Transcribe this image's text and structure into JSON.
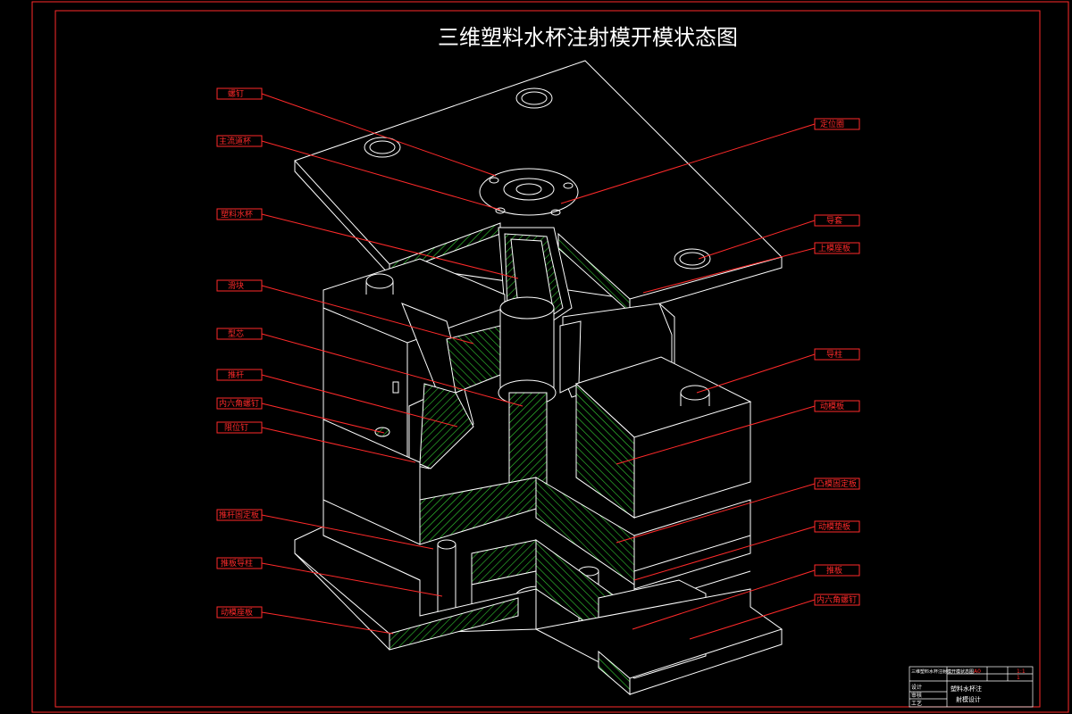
{
  "title": "三维塑料水杯注射模开模状态图",
  "colors": {
    "background": "#000000",
    "line": "#ffffff",
    "callout": "#ff2a2a",
    "hatch": "#33cc33",
    "border": "#ff2a2a"
  },
  "callouts_left": [
    "螺钉",
    "主流道杯",
    "塑料水杯",
    "滑块",
    "型芯",
    "推杆",
    "内六角螺钉",
    "限位钉",
    "推杆固定板",
    "推板导柱",
    "动模座板"
  ],
  "callouts_right": [
    "定位圈",
    "导套",
    "上模座板",
    "导柱",
    "动模板",
    "凸模固定板",
    "动模垫板",
    "推板",
    "内六角螺钉"
  ],
  "title_block": {
    "drawing_name": "三维塑料水杯注射模开模状态图",
    "product": "塑料水杯注",
    "design": "射模设计",
    "scale_value": "1:1",
    "sheet_value": "1",
    "size_value": "A0",
    "row_labels": [
      "设计",
      "审核",
      "工艺"
    ]
  }
}
